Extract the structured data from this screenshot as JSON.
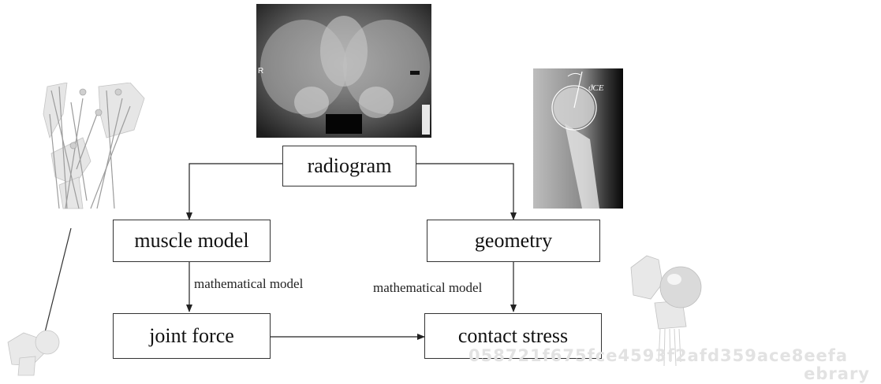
{
  "boxes": {
    "radiogram": "radiogram",
    "muscle_model": "muscle model",
    "geometry": "geometry",
    "joint_force": "joint force",
    "contact_stress": "contact stress"
  },
  "edge_labels": {
    "left": "mathematical model",
    "right": "mathematical model"
  },
  "images": {
    "pelvis_radiograph": {
      "marker": "R"
    },
    "hip_radiograph": {
      "angle_label": "ϑCE"
    }
  },
  "watermark": {
    "line1": "058721f675fce4593f2afd359ace8eefa",
    "line2": "ebrary"
  }
}
